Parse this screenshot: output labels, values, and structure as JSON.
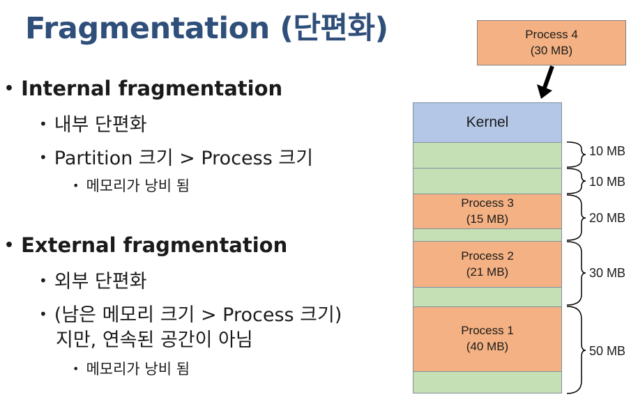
{
  "title": "Fragmentation (단편화)",
  "internal": {
    "heading": "Internal fragmentation",
    "items": [
      "내부 단편화",
      "Partition 크기 > Process 크기"
    ],
    "sub": "메모리가 낭비 됨"
  },
  "external": {
    "heading": "External fragmentation",
    "items": [
      "외부 단편화",
      "(남은 메모리 크기 > Process 크기)",
      "지만, 연속된 공간이 아님"
    ],
    "sub": "메모리가 낭비 됨"
  },
  "diagram": {
    "incoming": {
      "name": "Process 4",
      "size": "(30 MB)"
    },
    "kernel": "Kernel",
    "p3": {
      "name": "Process 3",
      "size": "(15 MB)"
    },
    "p2": {
      "name": "Process 2",
      "size": "(21 MB)"
    },
    "p1": {
      "name": "Process 1",
      "size": "(40 MB)"
    },
    "partitions": [
      "10 MB",
      "10 MB",
      "20 MB",
      "30 MB",
      "50 MB"
    ],
    "colors": {
      "kernel": "#b4c7e7",
      "free": "#c5e0b4",
      "process": "#f4b183",
      "title": "#2f4f7a"
    }
  }
}
